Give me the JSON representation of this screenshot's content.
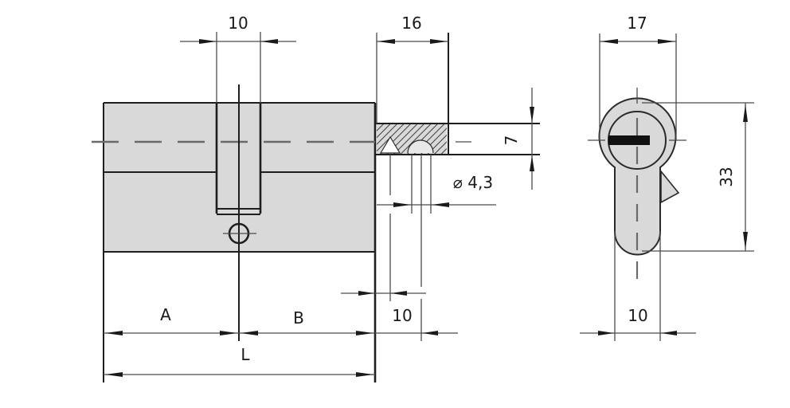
{
  "drawing": {
    "title": "Euro profile cylinder dimension drawing",
    "colors": {
      "body_fill": "#d9d9d9",
      "line": "#1e1e1e",
      "center_line": "#6a6a6a",
      "background": "#ffffff"
    }
  },
  "side_view": {
    "dim_cam_width": "10",
    "label_a": "A",
    "label_b": "B",
    "label_l": "L"
  },
  "detail_view": {
    "dim_extension": "16",
    "dim_height": "7",
    "dim_diameter": "⌀ 4,3",
    "dim_offset": "10"
  },
  "front_view": {
    "dim_width": "17",
    "dim_height": "33",
    "dim_bottom_width": "10"
  }
}
